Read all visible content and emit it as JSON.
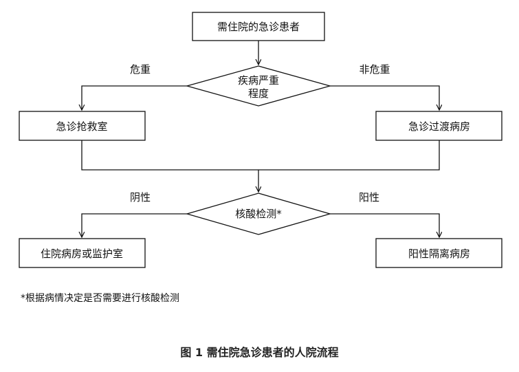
{
  "nodes": {
    "start": "需住院的急诊患者",
    "severity_line1": "疾病严重",
    "severity_line2": "程度",
    "er_rescue": "急诊抢救室",
    "er_transition": "急诊过渡病房",
    "nucleic_test": "核酸检测*",
    "ward_icu": "住院病房或监护室",
    "isolation_ward": "阳性隔离病房"
  },
  "branches": {
    "critical": "危重",
    "non_critical": "非危重",
    "negative": "阴性",
    "positive": "阳性"
  },
  "footnote": "*根据病情决定是否需要进行核酸检测",
  "caption": "图 1 需住院急诊患者的人院流程",
  "colors": {
    "stroke": "#111111",
    "node_fill": "#ffffff",
    "text": "#111111"
  }
}
